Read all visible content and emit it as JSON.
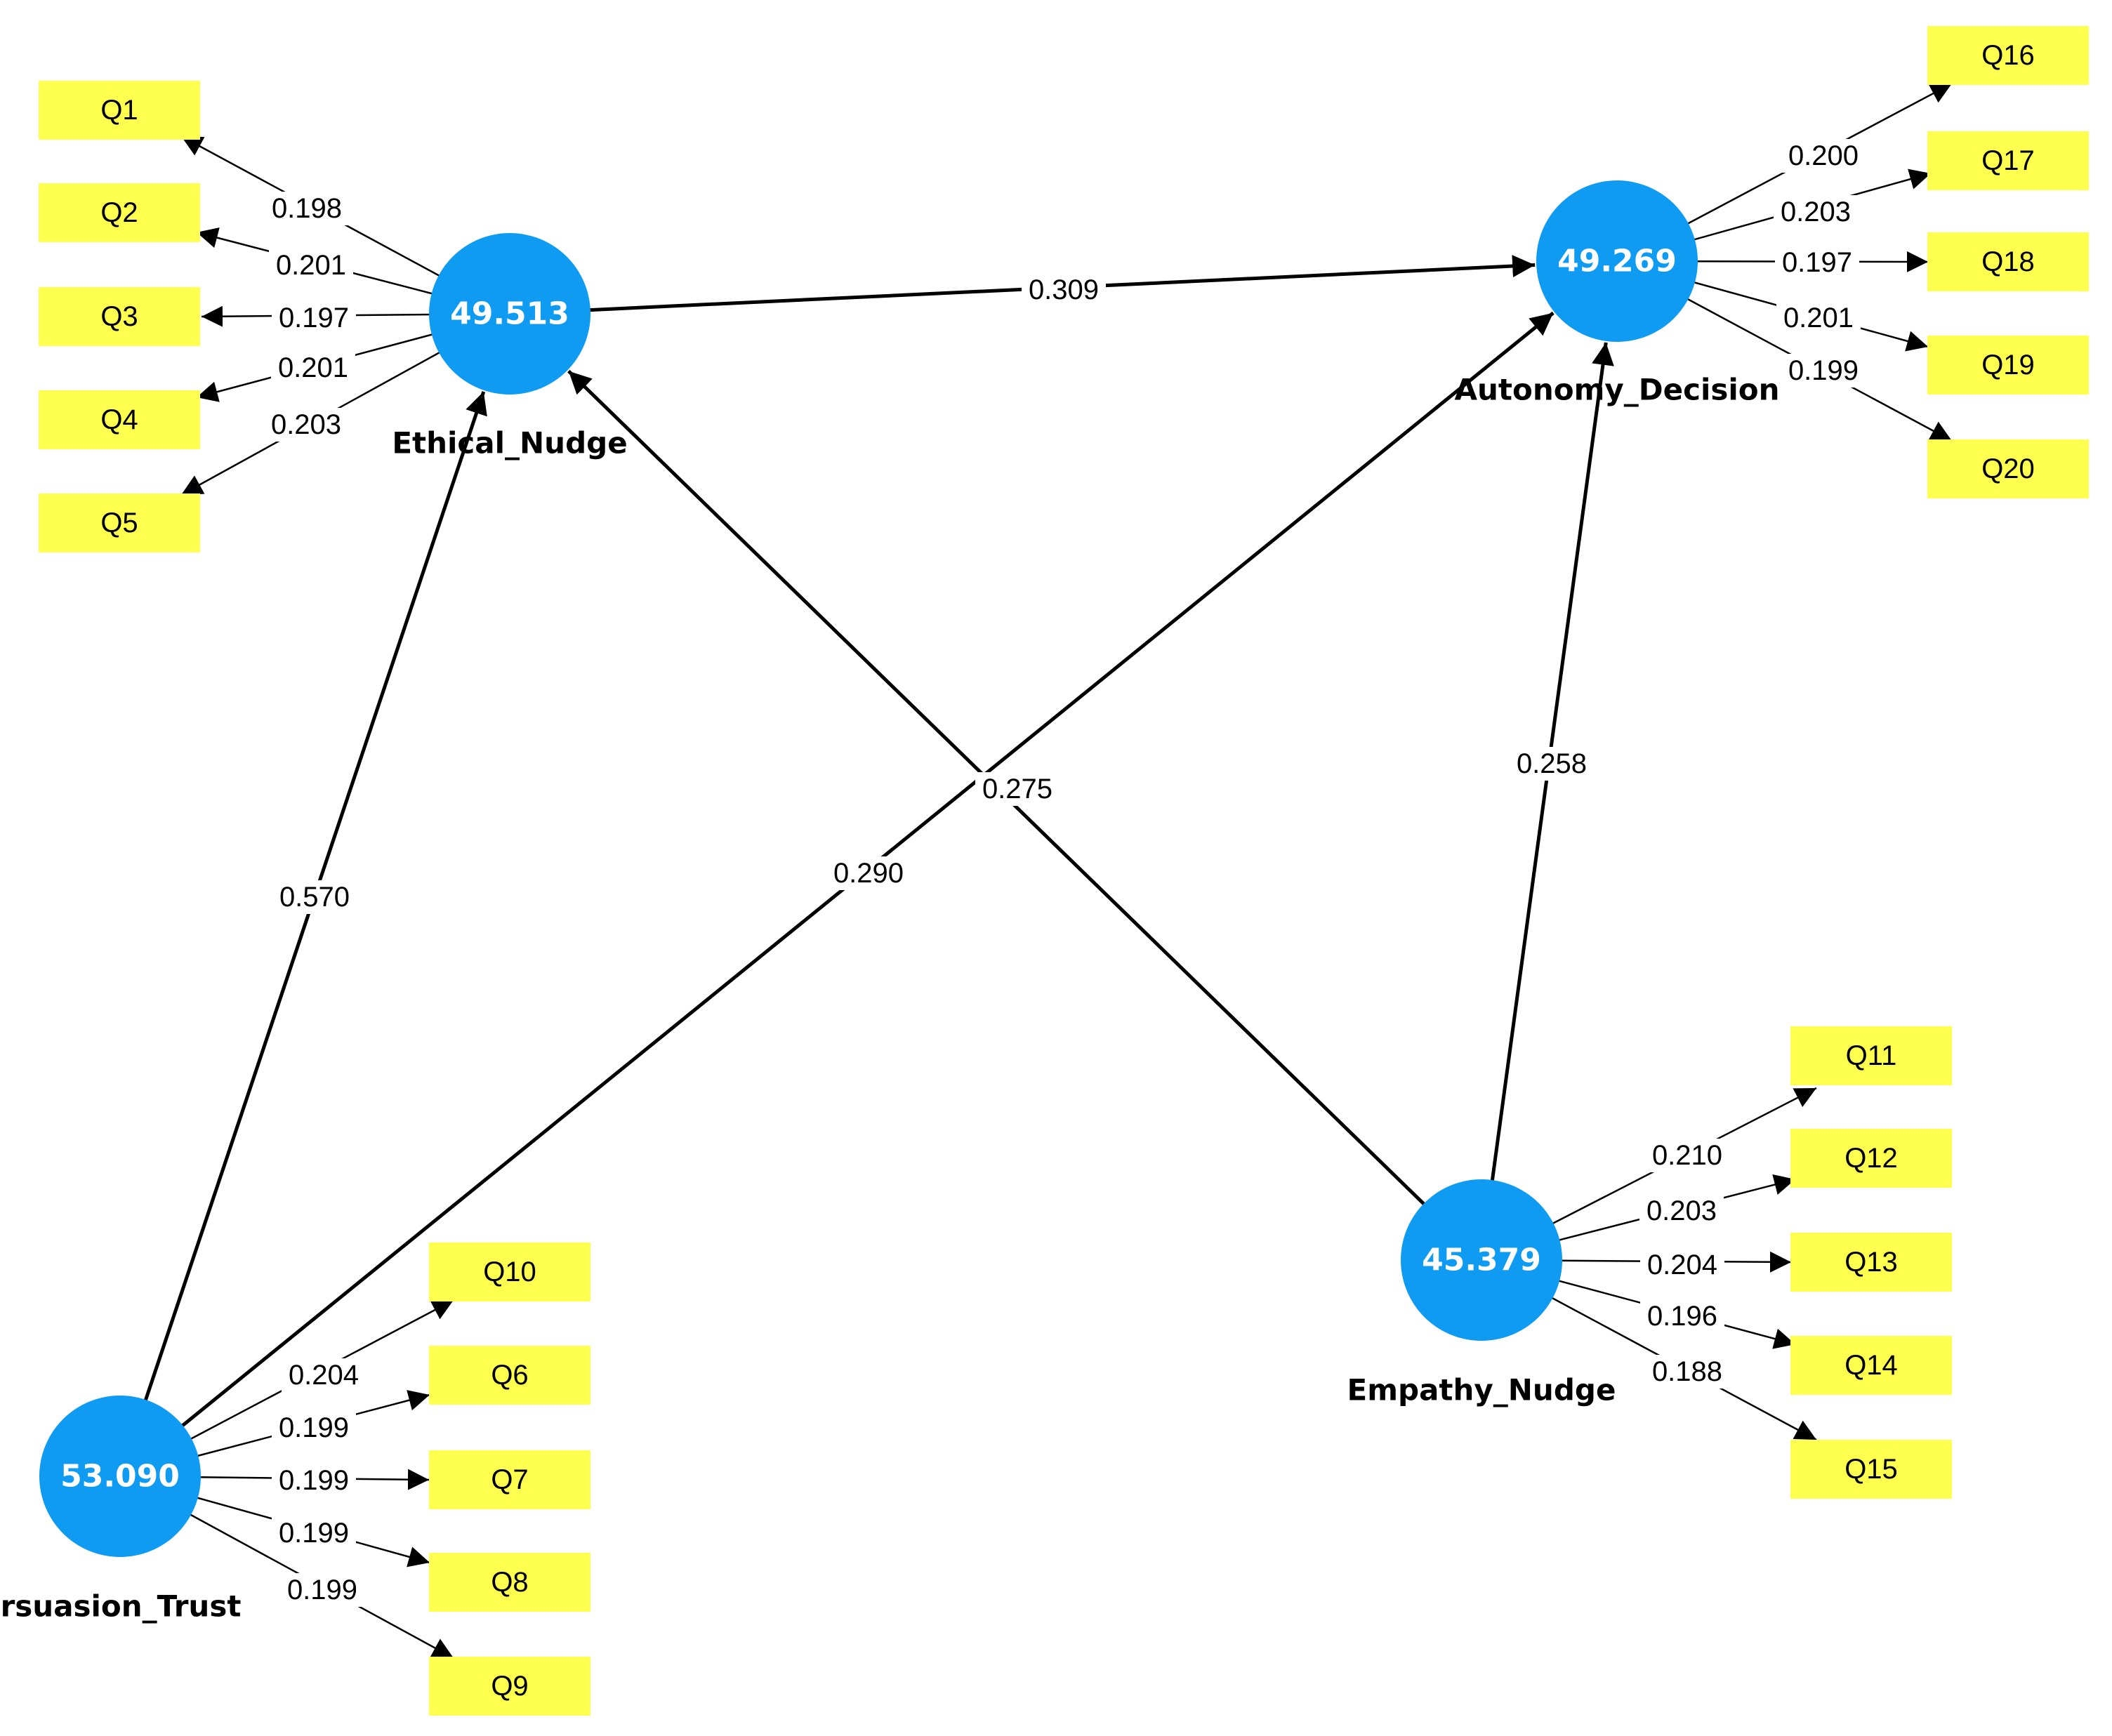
{
  "constructs": [
    {
      "id": "EN",
      "name": "Ethical_Nudge",
      "value": "49.513"
    },
    {
      "id": "AD",
      "name": "Autonomy_Decision",
      "value": "49.269"
    },
    {
      "id": "PT",
      "name": "rsuasion_Trust",
      "value": "53.090"
    },
    {
      "id": "EM",
      "name": "Empathy_Nudge",
      "value": "45.379"
    }
  ],
  "indicators": [
    {
      "id": "Q1",
      "label": "Q1"
    },
    {
      "id": "Q2",
      "label": "Q2"
    },
    {
      "id": "Q3",
      "label": "Q3"
    },
    {
      "id": "Q4",
      "label": "Q4"
    },
    {
      "id": "Q5",
      "label": "Q5"
    },
    {
      "id": "Q16",
      "label": "Q16"
    },
    {
      "id": "Q17",
      "label": "Q17"
    },
    {
      "id": "Q18",
      "label": "Q18"
    },
    {
      "id": "Q19",
      "label": "Q19"
    },
    {
      "id": "Q20",
      "label": "Q20"
    },
    {
      "id": "Q10",
      "label": "Q10"
    },
    {
      "id": "Q6",
      "label": "Q6"
    },
    {
      "id": "Q7",
      "label": "Q7"
    },
    {
      "id": "Q8",
      "label": "Q8"
    },
    {
      "id": "Q9",
      "label": "Q9"
    },
    {
      "id": "Q11",
      "label": "Q11"
    },
    {
      "id": "Q12",
      "label": "Q12"
    },
    {
      "id": "Q13",
      "label": "Q13"
    },
    {
      "id": "Q14",
      "label": "Q14"
    },
    {
      "id": "Q15",
      "label": "Q15"
    }
  ],
  "loadings": [
    {
      "construct": "EN",
      "indicator": "Q1",
      "value": "0.198"
    },
    {
      "construct": "EN",
      "indicator": "Q2",
      "value": "0.201"
    },
    {
      "construct": "EN",
      "indicator": "Q3",
      "value": "0.197"
    },
    {
      "construct": "EN",
      "indicator": "Q4",
      "value": "0.201"
    },
    {
      "construct": "EN",
      "indicator": "Q5",
      "value": "0.203"
    },
    {
      "construct": "AD",
      "indicator": "Q16",
      "value": "0.200"
    },
    {
      "construct": "AD",
      "indicator": "Q17",
      "value": "0.203"
    },
    {
      "construct": "AD",
      "indicator": "Q18",
      "value": "0.197"
    },
    {
      "construct": "AD",
      "indicator": "Q19",
      "value": "0.201"
    },
    {
      "construct": "AD",
      "indicator": "Q20",
      "value": "0.199"
    },
    {
      "construct": "PT",
      "indicator": "Q10",
      "value": "0.204"
    },
    {
      "construct": "PT",
      "indicator": "Q6",
      "value": "0.199"
    },
    {
      "construct": "PT",
      "indicator": "Q7",
      "value": "0.199"
    },
    {
      "construct": "PT",
      "indicator": "Q8",
      "value": "0.199"
    },
    {
      "construct": "PT",
      "indicator": "Q9",
      "value": "0.199"
    },
    {
      "construct": "EM",
      "indicator": "Q11",
      "value": "0.210"
    },
    {
      "construct": "EM",
      "indicator": "Q12",
      "value": "0.203"
    },
    {
      "construct": "EM",
      "indicator": "Q13",
      "value": "0.204"
    },
    {
      "construct": "EM",
      "indicator": "Q14",
      "value": "0.196"
    },
    {
      "construct": "EM",
      "indicator": "Q15",
      "value": "0.188"
    }
  ],
  "paths": [
    {
      "from": "EN",
      "to": "AD",
      "value": "0.309"
    },
    {
      "from": "PT",
      "to": "EN",
      "value": "0.570"
    },
    {
      "from": "PT",
      "to": "AD",
      "value": "0.290"
    },
    {
      "from": "EM",
      "to": "EN",
      "value": "0.275"
    },
    {
      "from": "EM",
      "to": "AD",
      "value": "0.258"
    }
  ]
}
